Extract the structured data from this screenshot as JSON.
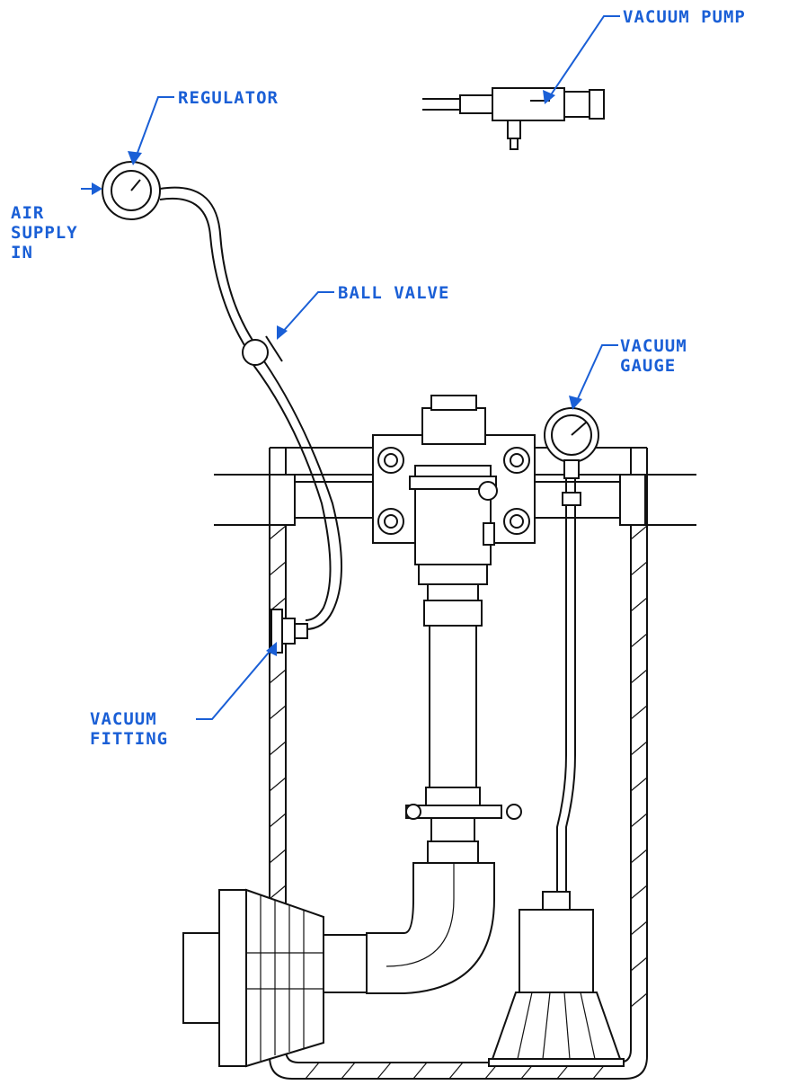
{
  "colors": {
    "label": "#1a5fd6",
    "linework": "#111111",
    "background": "#ffffff"
  },
  "labels": {
    "vacuum_pump": "VACUUM PUMP",
    "regulator": "REGULATOR",
    "air_supply": [
      "AIR",
      "SUPPLY",
      "IN"
    ],
    "ball_valve": "BALL VALVE",
    "vacuum_gauge": [
      "VACUUM",
      "GAUGE"
    ],
    "vacuum_fitting": [
      "VACUUM",
      "FITTING"
    ]
  }
}
